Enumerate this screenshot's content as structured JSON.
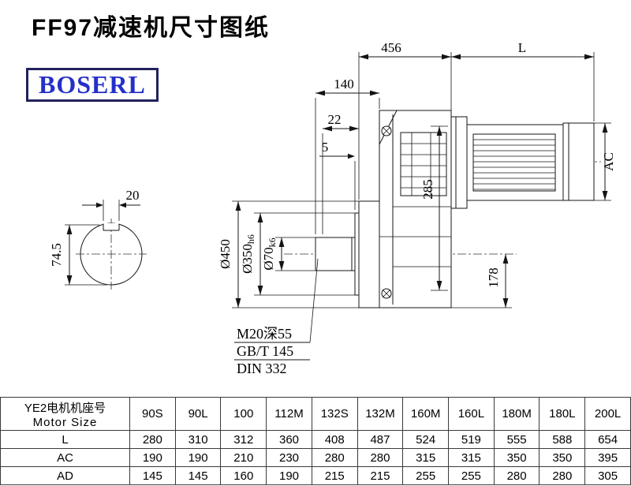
{
  "page": {
    "title": "FF97减速机尺寸图纸",
    "logo_text": "BOSERL"
  },
  "drawing": {
    "dim_456": "456",
    "dim_L": "L",
    "dim_140": "140",
    "dim_22": "22",
    "dim_5": "5",
    "dim_AC": "AC",
    "dim_285": "285",
    "dim_178": "178",
    "dim_flange_od": "Ø450",
    "dim_spigot": "Ø350",
    "dim_spigot_tol": "h6",
    "dim_shaft": "Ø70",
    "dim_shaft_tol": "k6",
    "dim_key_width": "20",
    "dim_key_depth": "74.5",
    "note_thread": "M20深55",
    "note_gb": "GB/T 145",
    "note_din": "DIN 332"
  },
  "table": {
    "header_cn": "YE2电机机座号",
    "header_en": "Motor Size",
    "columns": [
      "90S",
      "90L",
      "100",
      "112M",
      "132S",
      "132M",
      "160M",
      "160L",
      "180M",
      "180L",
      "200L"
    ],
    "rows": [
      {
        "label": "L",
        "values": [
          "280",
          "310",
          "312",
          "360",
          "408",
          "487",
          "524",
          "519",
          "555",
          "588",
          "654"
        ]
      },
      {
        "label": "AC",
        "values": [
          "190",
          "190",
          "210",
          "230",
          "280",
          "280",
          "315",
          "315",
          "350",
          "350",
          "395"
        ]
      },
      {
        "label": "AD",
        "values": [
          "145",
          "145",
          "160",
          "190",
          "215",
          "215",
          "255",
          "255",
          "280",
          "280",
          "305"
        ]
      }
    ]
  }
}
